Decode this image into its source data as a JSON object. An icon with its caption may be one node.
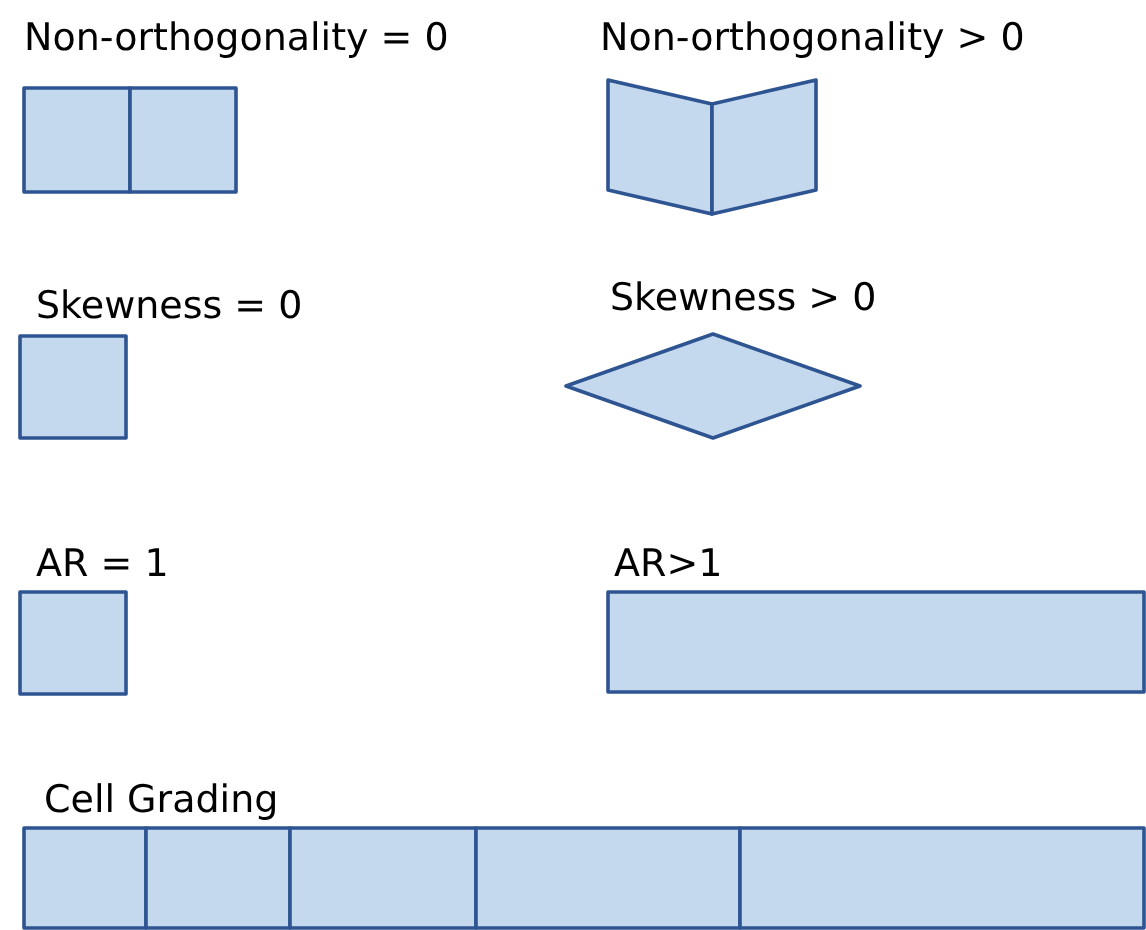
{
  "diagram": {
    "nodes": [
      {
        "text": [],
        "shape": "box"
      },
      {
        "text": [],
        "shape": "box"
      },
      {
        "text": [],
        "shape": "box"
      },
      {
        "text": [],
        "shape": "box"
      },
      {
        "text": [],
        "shape": "box"
      },
      {
        "text": [],
        "shape": "diamond"
      },
      {
        "text": [],
        "shape": "box"
      },
      {
        "text": [],
        "shape": "box"
      },
      {
        "text": [],
        "shape": "box"
      },
      {
        "text": [],
        "shape": "box"
      },
      {
        "text": [],
        "shape": "box"
      },
      {
        "text": [],
        "shape": "box"
      },
      {
        "text": [],
        "shape": "box"
      }
    ],
    "edges": [],
    "labels": [
      "Non-orthogonality = 0",
      "Non-orthogonality > 0",
      "Skewness = 0",
      "Skewness > 0",
      "AR = 1",
      "AR>1",
      "Cell Grading"
    ]
  }
}
